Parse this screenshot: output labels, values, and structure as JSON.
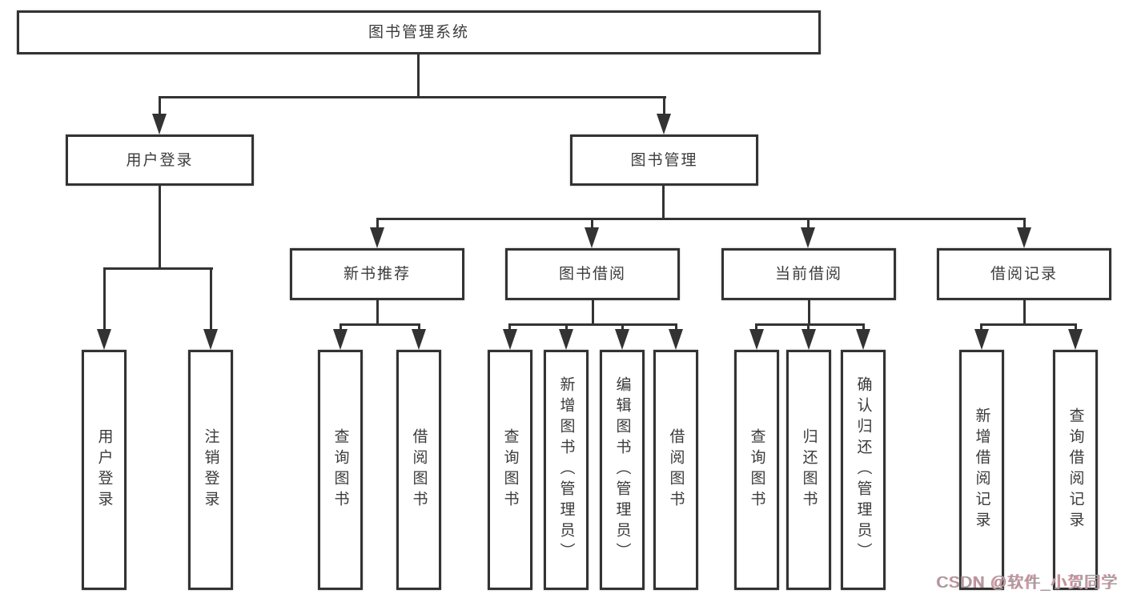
{
  "diagram": {
    "root": "图书管理系统",
    "level2": [
      "用户登录",
      "图书管理"
    ],
    "level3": [
      "新书推荐",
      "图书借阅",
      "当前借阅",
      "借阅记录"
    ],
    "leaves": {
      "g1": [
        "用户登录",
        "注销登录"
      ],
      "g2": [
        "查询图书",
        "借阅图书"
      ],
      "g3": [
        "查询图书",
        "新增图书（管理员）",
        "编辑图书（管理员）",
        "借阅图书"
      ],
      "g4": [
        "查询图书",
        "归还图书",
        "确认归还（管理员）"
      ],
      "g5": [
        "新增借阅记录",
        "查询借阅记录"
      ]
    }
  },
  "watermark": "CSDN @软件_小贺同学",
  "colors": {
    "line": "#333333",
    "text": "#3b3b3b",
    "watermark": "#9c9c9c",
    "watermark_accent": "#e98a9e",
    "background": "#ffffff"
  }
}
